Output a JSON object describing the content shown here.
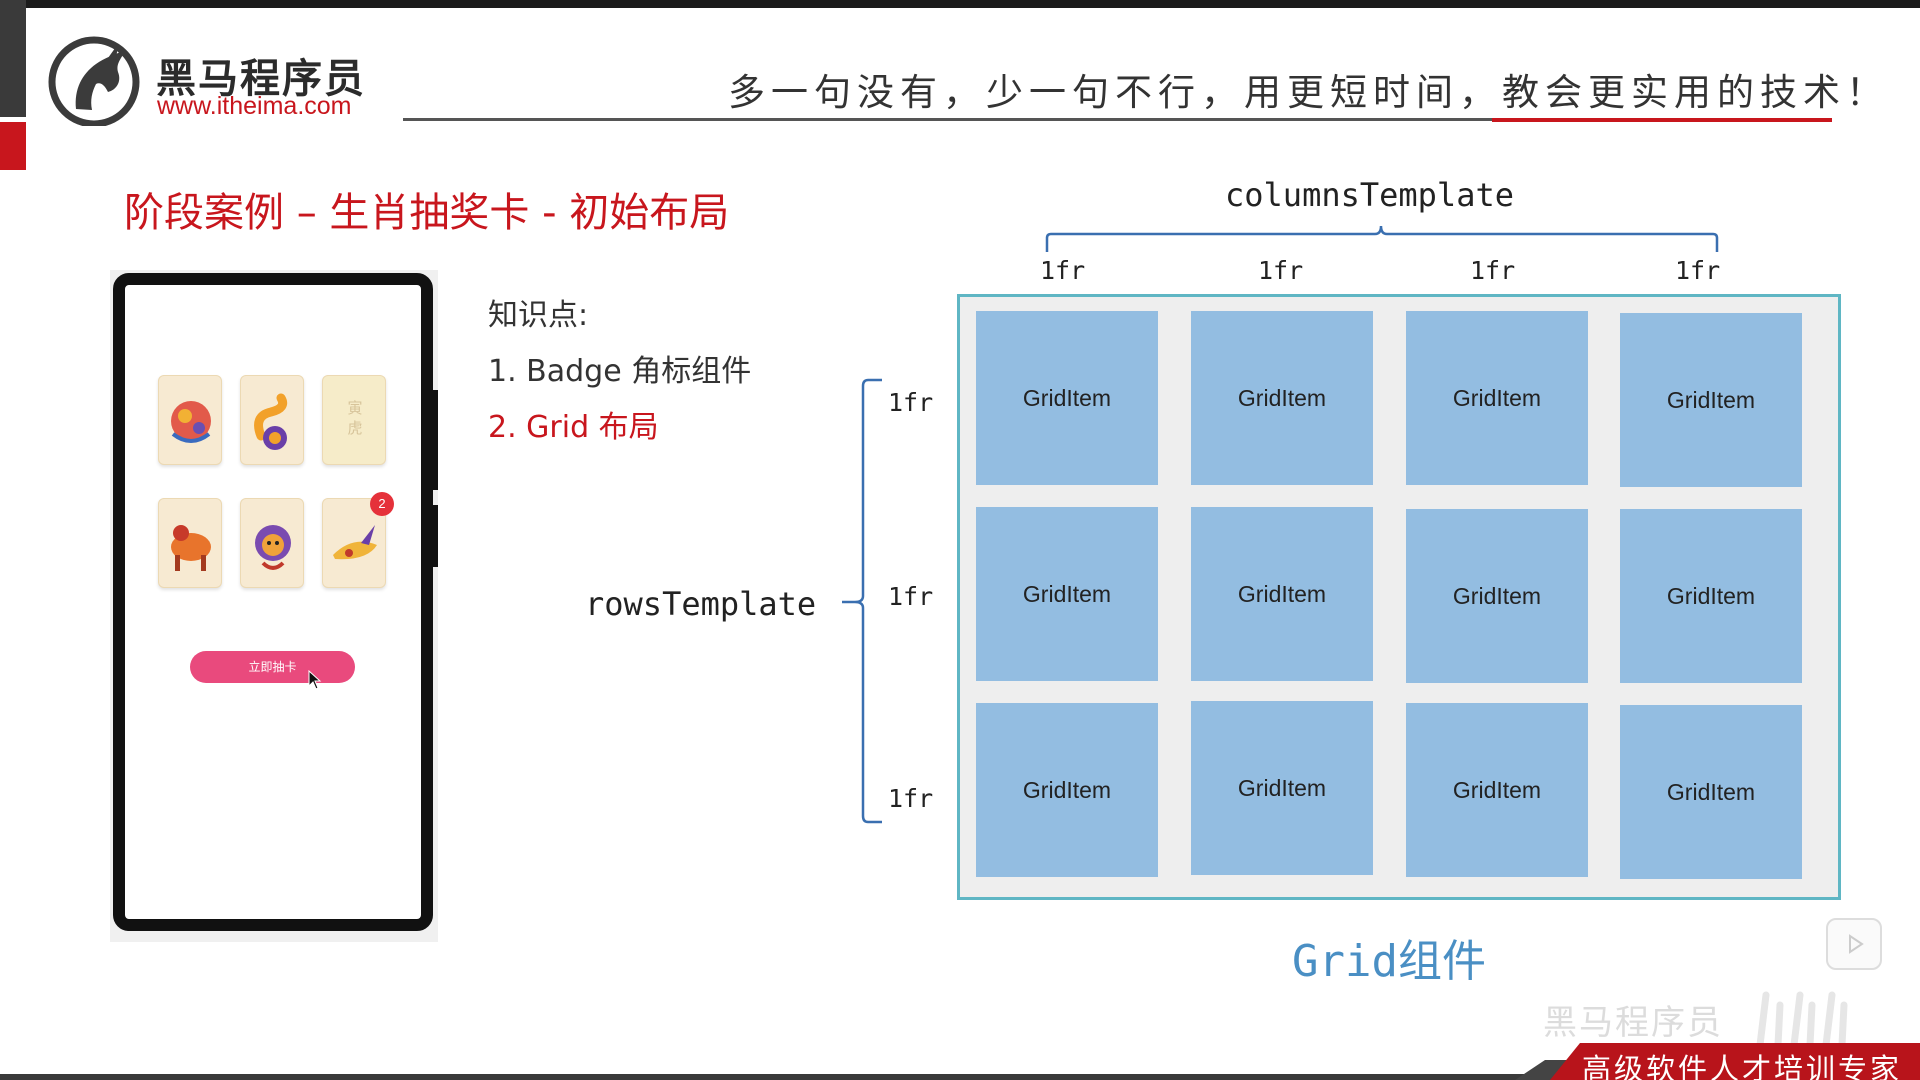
{
  "header": {
    "logo_cn": "黑马程序员",
    "logo_url": "www.itheima.com",
    "slogan": "多一句没有，少一句不行，用更短时间，教会更实用的技术！"
  },
  "page_title": "阶段案例 – 生肖抽奖卡 - 初始布局",
  "knowledge": {
    "label": "知识点:",
    "items": [
      "1. Badge 角标组件",
      "2. Grid 布局"
    ]
  },
  "phone": {
    "card_text": "寅虎",
    "badge_count": "2",
    "draw_button": "立即抽卡"
  },
  "diagram": {
    "columns_label": "columnsTemplate",
    "rows_label": "rowsTemplate",
    "column_fr": [
      "1fr",
      "1fr",
      "1fr",
      "1fr"
    ],
    "row_fr": [
      "1fr",
      "1fr",
      "1fr"
    ],
    "grid_item_label": "GridItem",
    "caption": "Grid组件"
  },
  "watermark": "黑马程序员",
  "footer": "高级软件人才培训专家"
}
